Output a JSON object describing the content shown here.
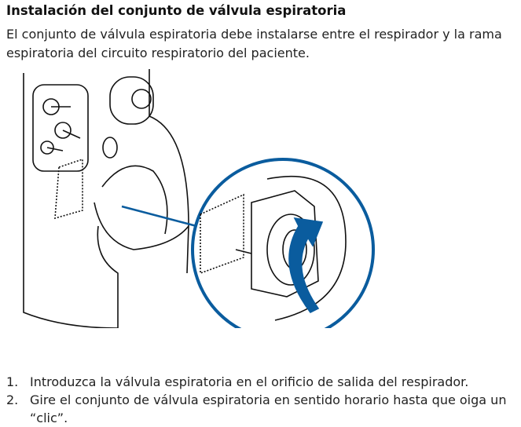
{
  "title": "Instalación del conjunto de válvula espiratoria",
  "intro": "El conjunto de válvula espiratoria debe instalarse entre el respirador y la rama espiratoria del circuito respiratorio del paciente.",
  "figure": {
    "accent_color": "#0a5c9e"
  },
  "steps": [
    {
      "number": "1.",
      "text": "Introduzca la válvula espiratoria en el orificio de salida del respirador."
    },
    {
      "number": "2.",
      "text": "Gire el conjunto de válvula espiratoria en sentido horario hasta que oiga un “clic”."
    }
  ]
}
